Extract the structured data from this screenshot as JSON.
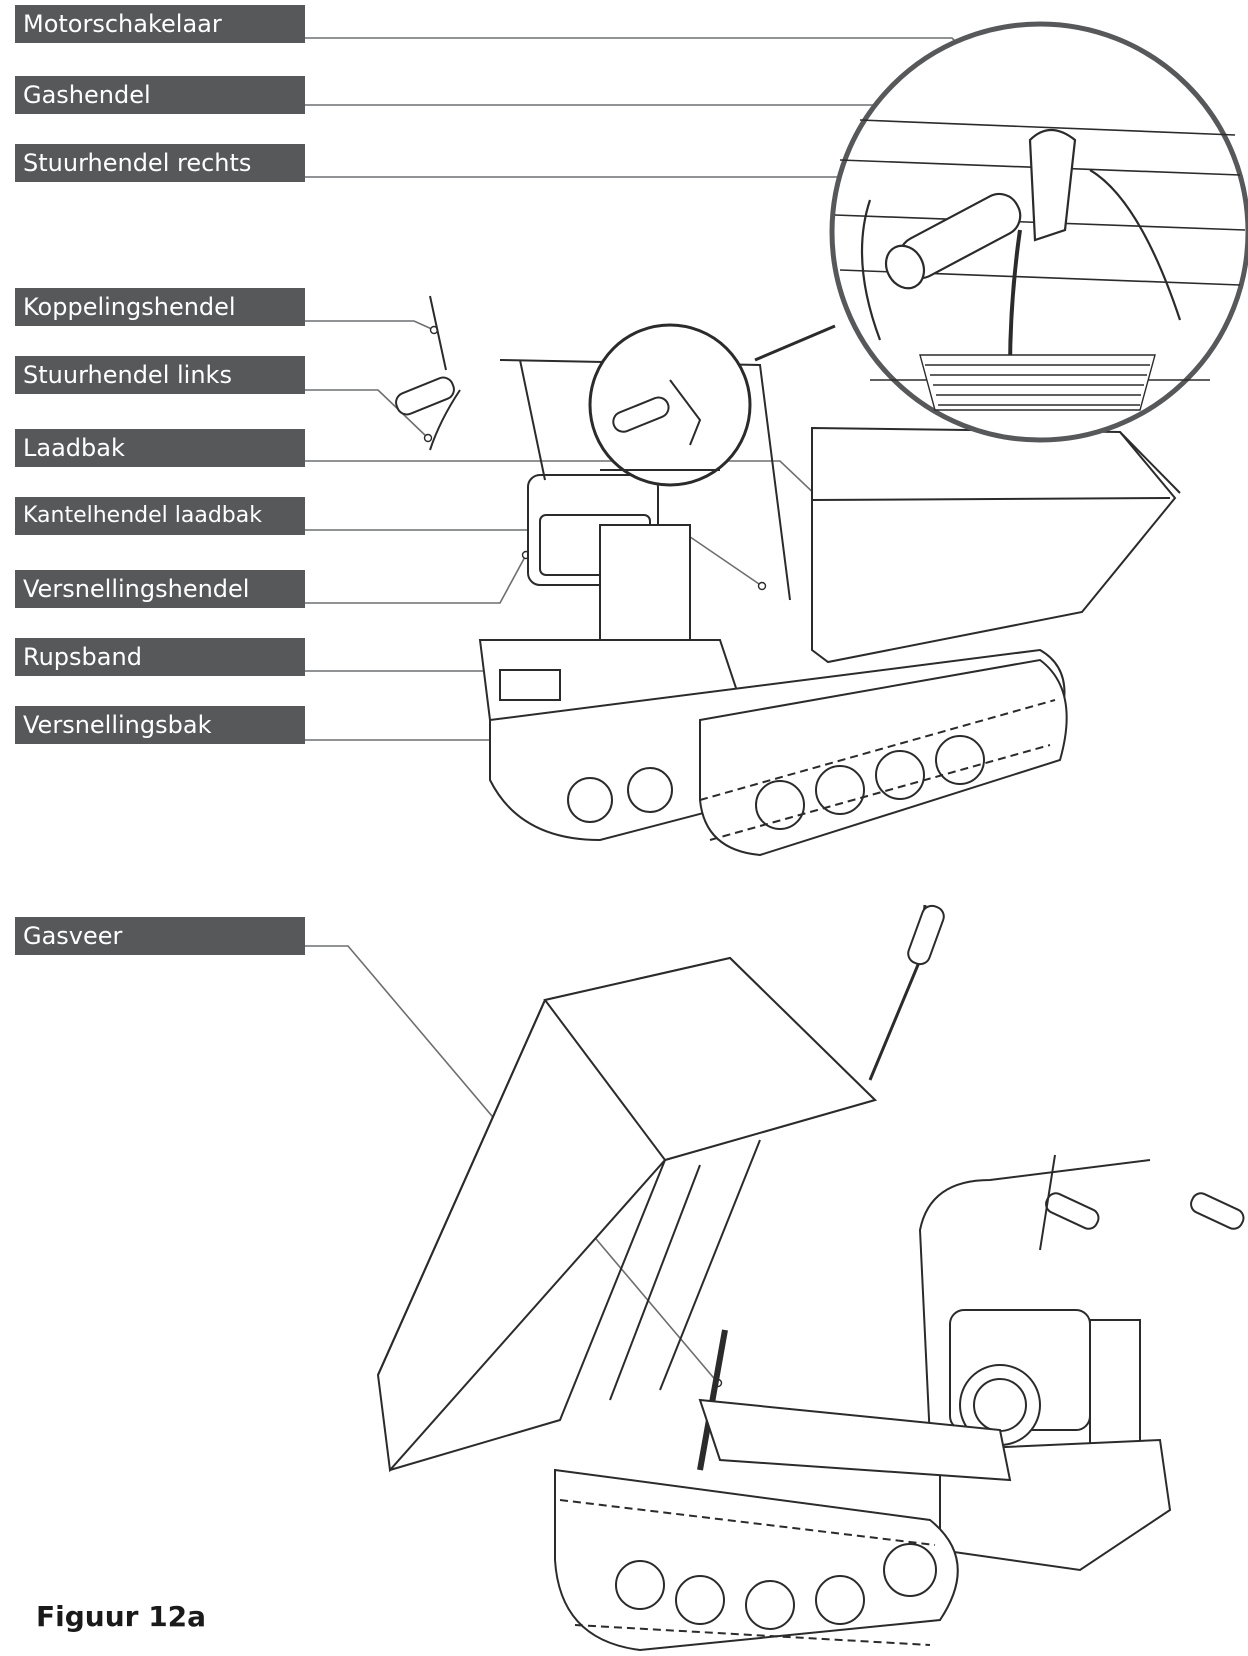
{
  "labels": {
    "motorschakelaar": "Motorschakelaar",
    "gashendel": "Gashendel",
    "stuurhendel_rechts": "Stuurhendel rechts",
    "koppelingshendel": "Koppelingshendel",
    "stuurhendel_links": "Stuurhendel links",
    "laadbak": "Laadbak",
    "kantelhendel_laadbak": "Kantelhendel laadbak",
    "versnellingshendel": "Versnellingshendel",
    "rupsband": "Rupsband",
    "versnellingsbak": "Versnellingsbak",
    "gasveer": "Gasveer"
  },
  "caption": "Figuur 12a",
  "colors": {
    "label_bg": "#57585a",
    "line": "#6d6e70",
    "drawing": "#2b2b2b"
  }
}
